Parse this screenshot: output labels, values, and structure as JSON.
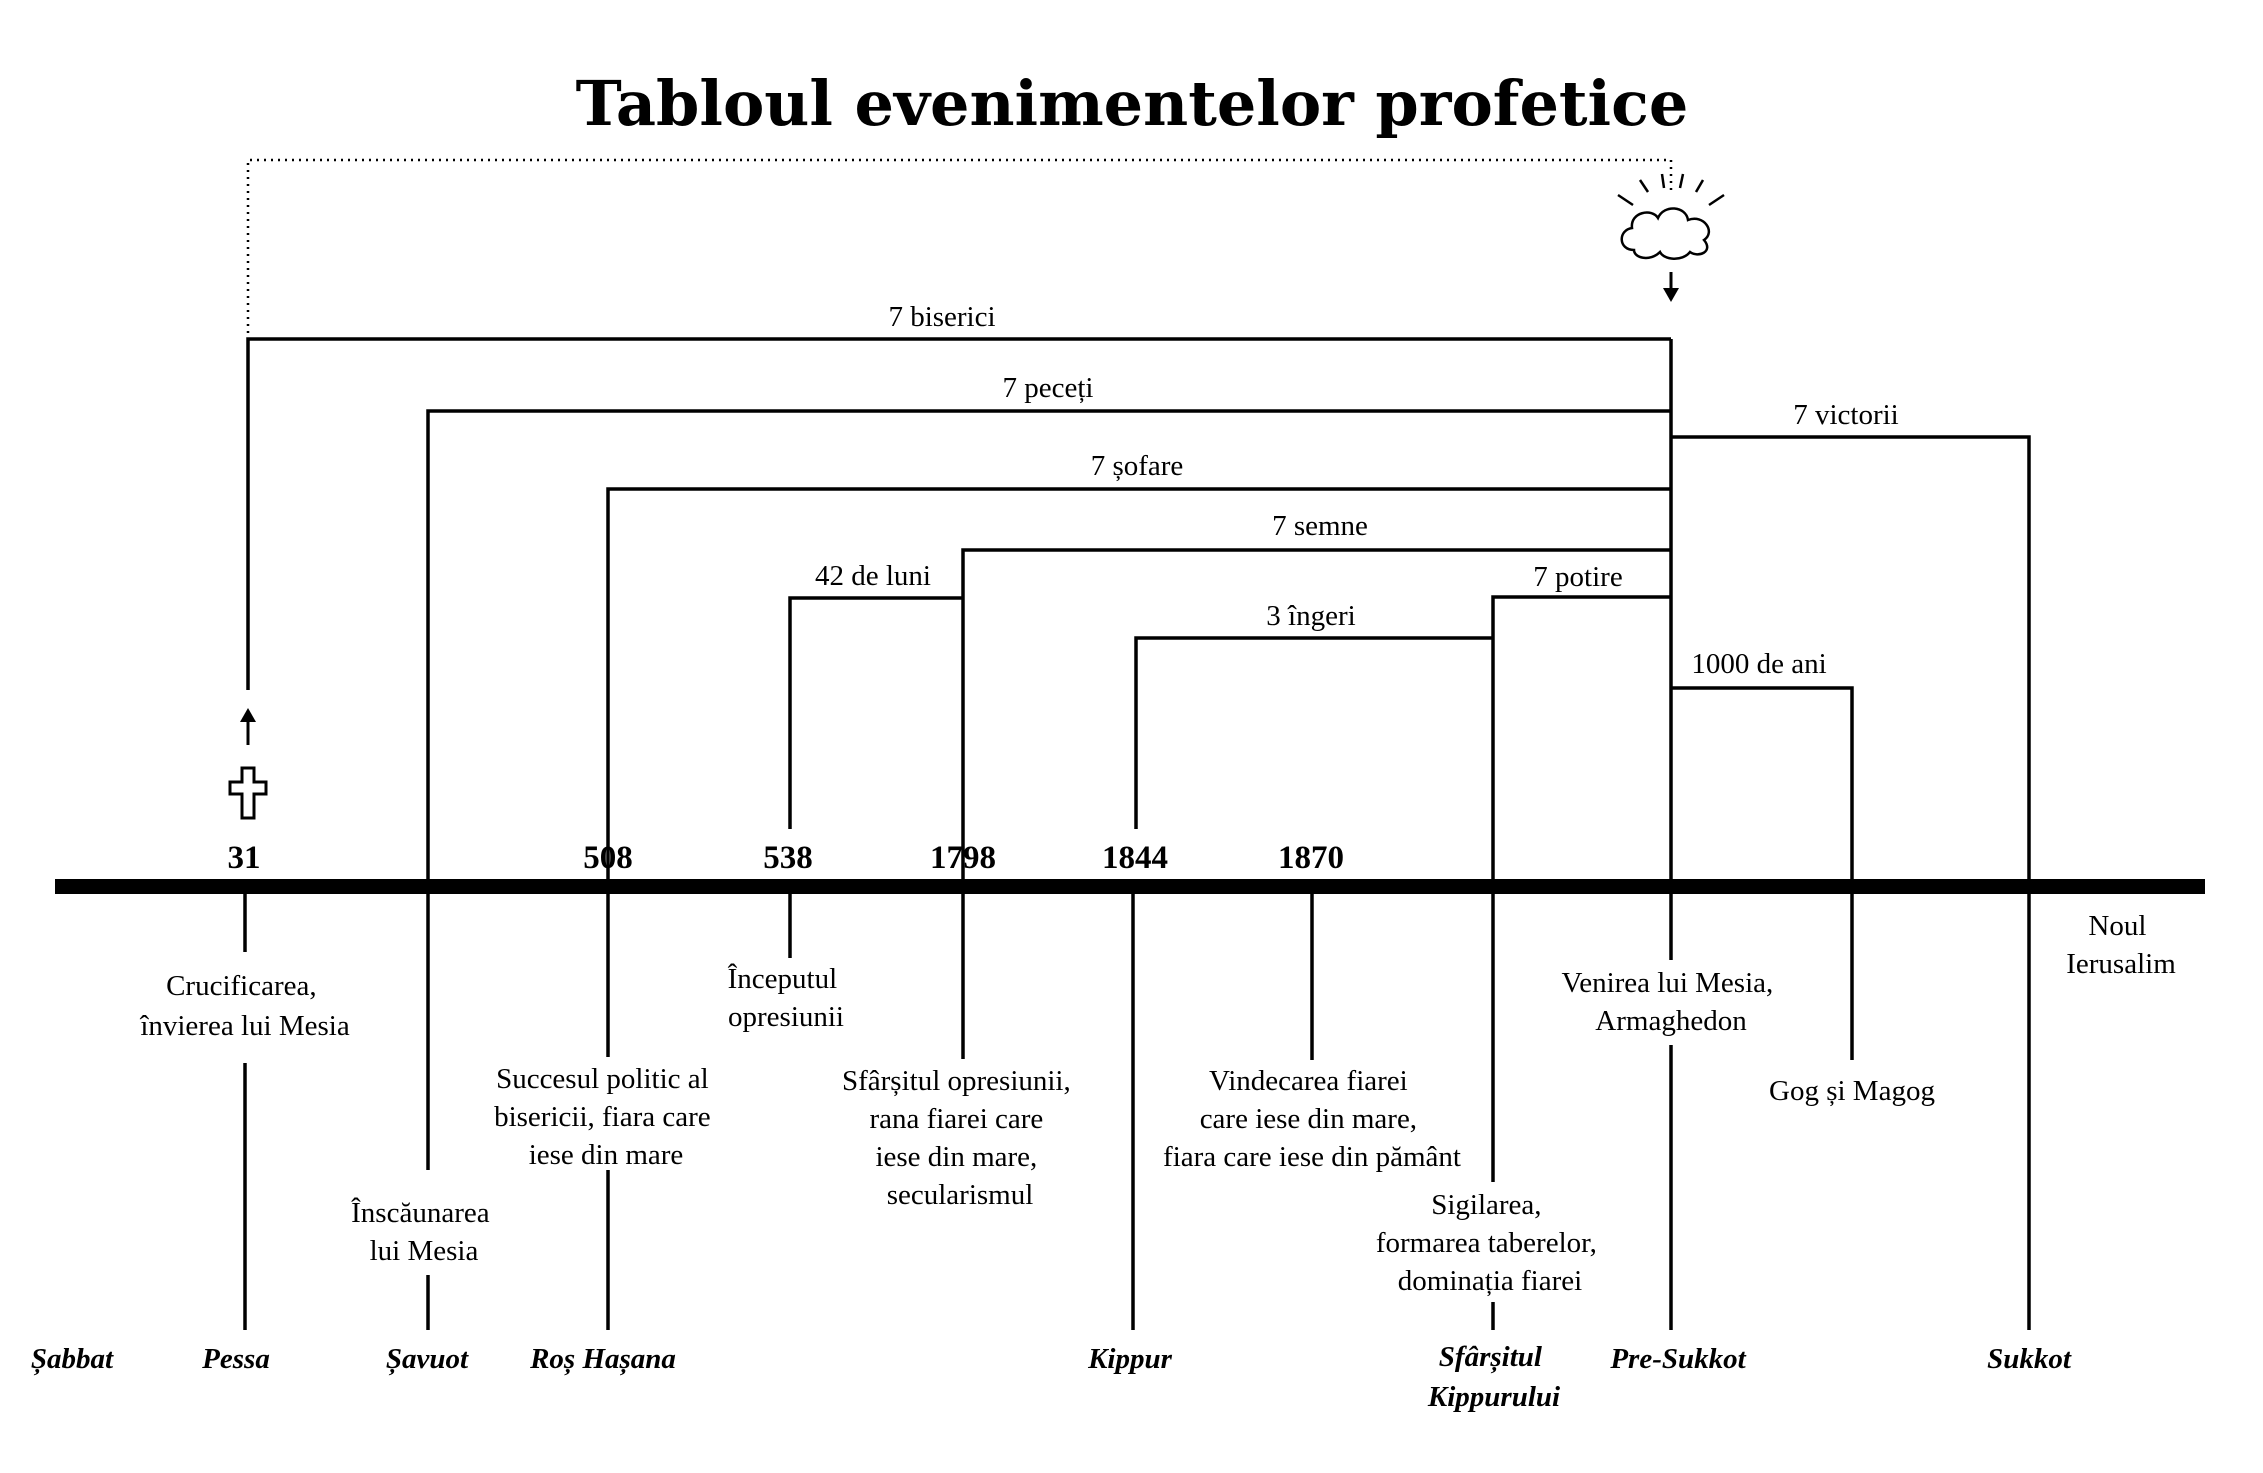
{
  "title": "Tabloul evenimentelor profetice",
  "periods": {
    "churches": "7 biserici",
    "seals": "7 peceți",
    "victories": "7 victorii",
    "trumpets": "7 șofare",
    "signs": "7 semne",
    "months": "42 de luni",
    "bowls": "7 potire",
    "angels": "3 îngeri",
    "millennium": "1000 de ani"
  },
  "years": {
    "y31": "31",
    "y508": "508",
    "y538": "538",
    "y1798": "1798",
    "y1844": "1844",
    "y1870": "1870"
  },
  "events": {
    "crucifixion": [
      "Crucificarea,",
      "învierea lui Mesia"
    ],
    "enthronement": [
      "Înscăunarea",
      "lui Mesia"
    ],
    "political": [
      "Succesul politic al",
      "bisericii, fiara care",
      "iese din mare"
    ],
    "oppression_start": [
      "Începutul",
      "opresiunii"
    ],
    "oppression_end": [
      "Sfârșitul opresiunii,",
      "rana fiarei care",
      "iese din mare,",
      "secularismul"
    ],
    "healing": [
      "Vindecarea fiarei",
      "care iese din mare,",
      "fiara care iese din pământ"
    ],
    "sealing": [
      "Sigilarea,",
      "formarea taberelor,",
      "dominația fiarei"
    ],
    "coming": [
      "Venirea lui Mesia,",
      "Armaghedon"
    ],
    "gog": [
      "Gog și Magog"
    ],
    "jerusalem": [
      "Noul",
      "Ierusalim"
    ]
  },
  "feasts": {
    "sabbat": "Șabbat",
    "pessa": "Pessa",
    "savuot": "Șavuot",
    "rosh": "Roș Hașana",
    "kippur": "Kippur",
    "kippur_end": [
      "Sfârșitul",
      "Kippurului"
    ],
    "presukkot": "Pre-Sukkot",
    "sukkot": "Sukkot"
  },
  "icons": [
    "cross-icon",
    "cloud-icon",
    "up-arrow-icon",
    "down-arrow-icon"
  ]
}
